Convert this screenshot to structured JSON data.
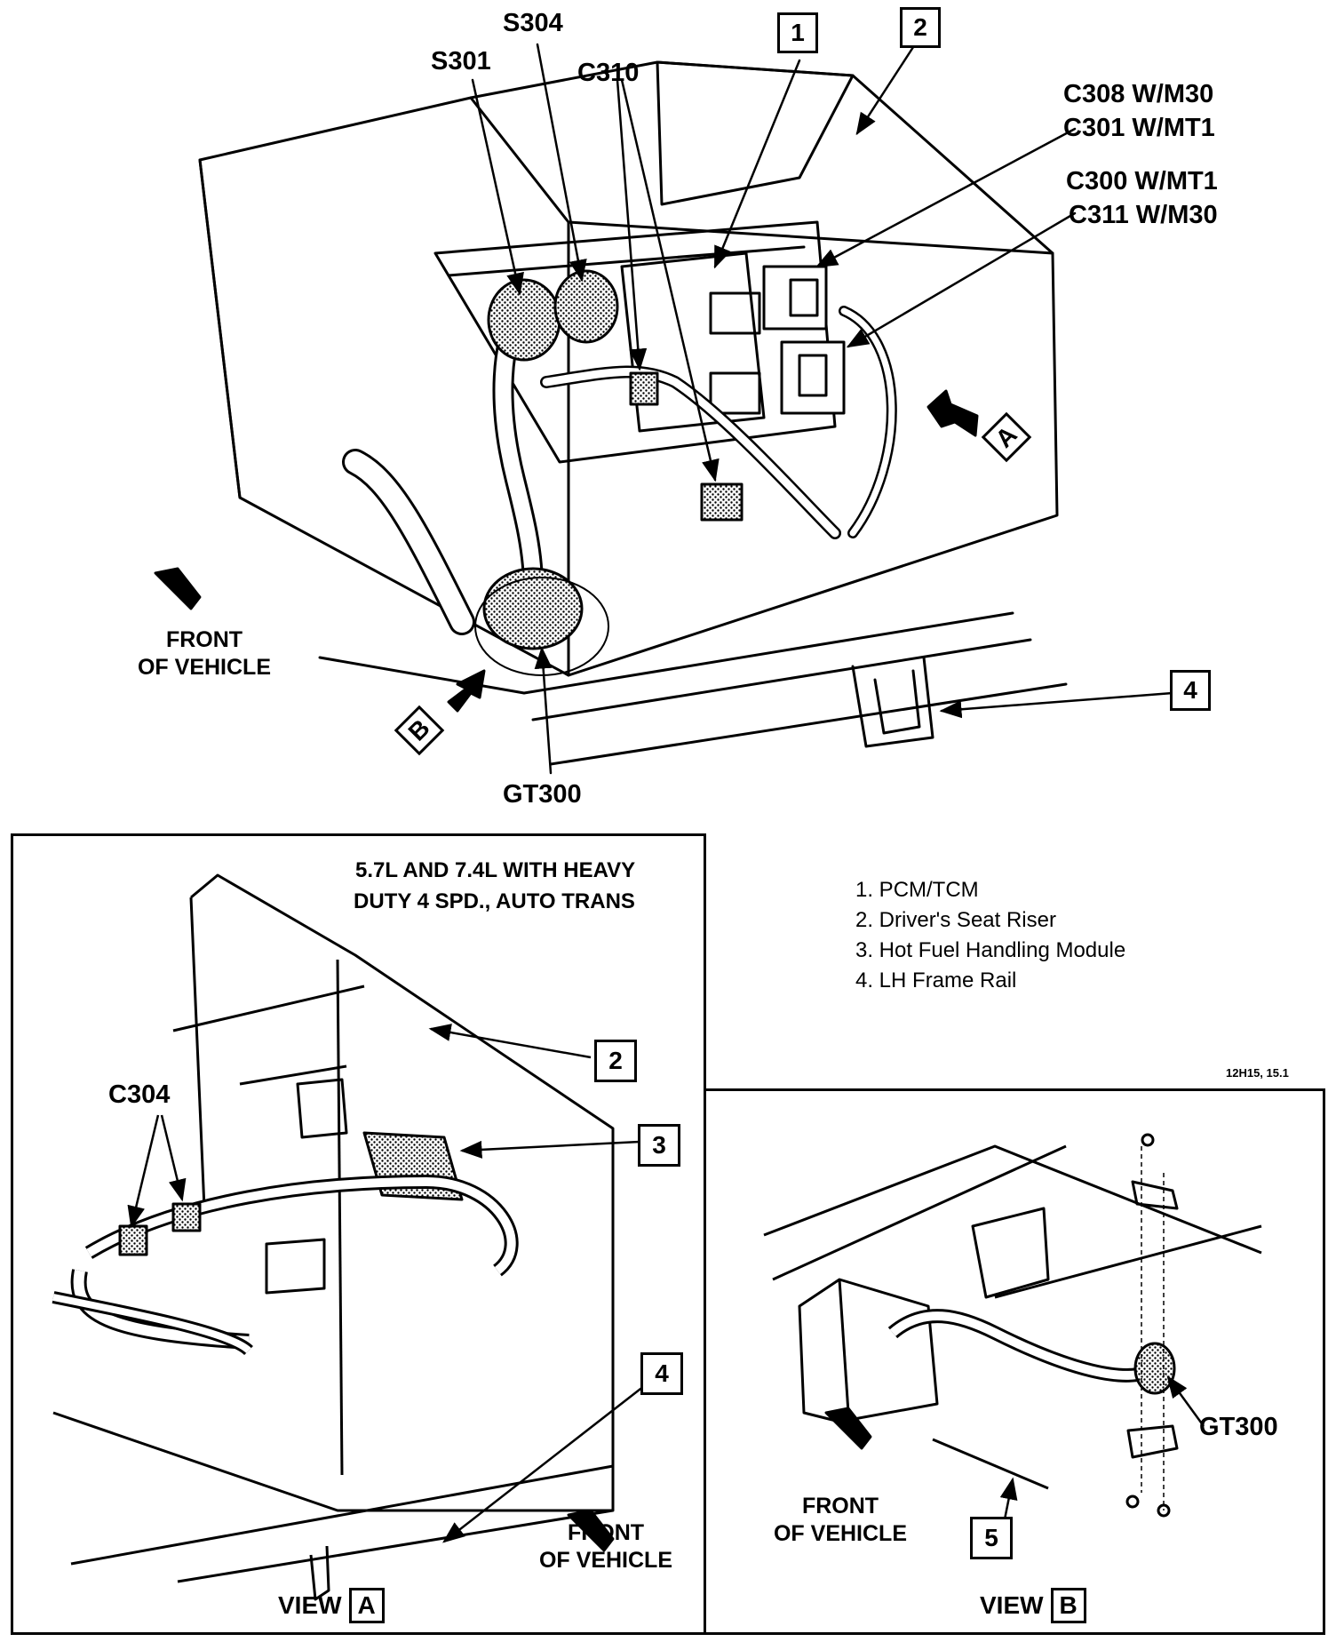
{
  "top_view": {
    "labels": {
      "s304": "S304",
      "s301": "S301",
      "c310": "C310",
      "c308": "C308 W/M30",
      "c301": "C301 W/MT1",
      "c300": "C300 W/MT1",
      "c311": "C311 W/M30",
      "gt300": "GT300",
      "front_line1": "FRONT",
      "front_line2": "OF VEHICLE"
    },
    "callouts": {
      "n1": "1",
      "n2": "2",
      "n4": "4",
      "view_a": "A",
      "view_b": "B"
    }
  },
  "legend": {
    "items": [
      "1. PCM/TCM",
      "2. Driver's Seat Riser",
      "3. Hot Fuel Handling Module",
      "4. LH Frame Rail"
    ]
  },
  "figure_code": "12H15, 15.1",
  "view_a": {
    "title_line1": "5.7L AND 7.4L WITH HEAVY",
    "title_line2": "DUTY 4 SPD., AUTO TRANS",
    "c304": "C304",
    "callouts": {
      "n2": "2",
      "n3": "3",
      "n4": "4"
    },
    "front_line1": "FRONT",
    "front_line2": "OF VEHICLE",
    "view_word": "VIEW",
    "view_letter": "A"
  },
  "view_b": {
    "gt300": "GT300",
    "callout_n5": "5",
    "front_line1": "FRONT",
    "front_line2": "OF VEHICLE",
    "view_word": "VIEW",
    "view_letter": "B"
  }
}
